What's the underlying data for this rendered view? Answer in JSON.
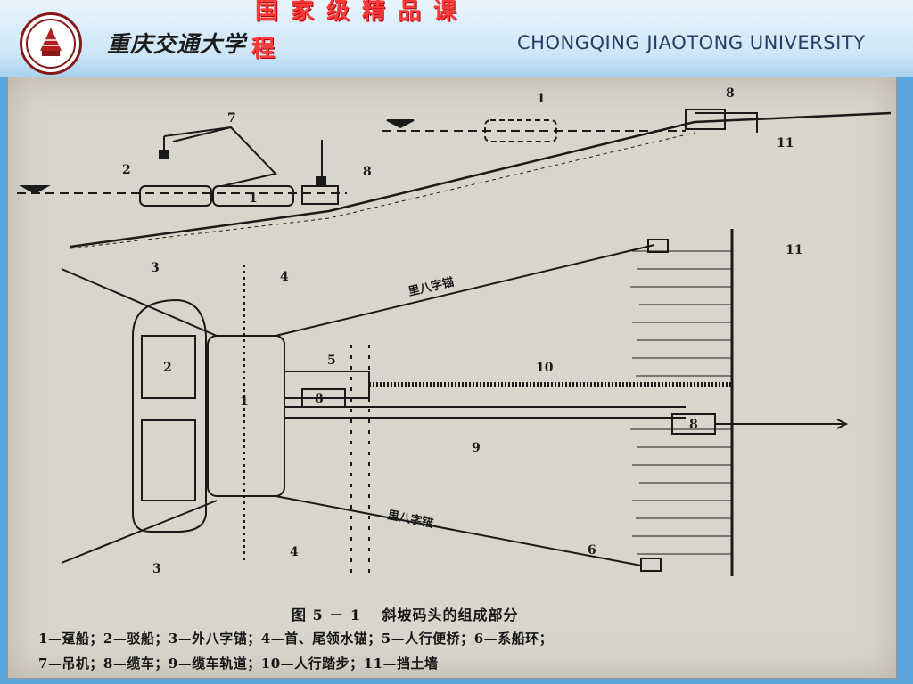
{
  "header": {
    "banner_line1": "国家级精品课",
    "banner_line2": "程",
    "university_cn": "重庆交通大学",
    "university_en": "CHONGQING JIAOTONG UNIVERSITY",
    "logo_icon": "university-seal-icon"
  },
  "figure": {
    "caption": "图 5 － 1　 斜坡码头的组成部分",
    "legend_line1": "1—趸船；2—驳船；3—外八字锚；4—首、尾领水锚；5—人行便桥；6—系船环；",
    "legend_line2": "7—吊机；8—缆车；9—缆车轨道；10—人行踏步；11—挡土墙",
    "labels": {
      "n1": "1",
      "n2": "2",
      "n3": "3",
      "n4": "4",
      "n5": "5",
      "n6": "6",
      "n7": "7",
      "n8": "8",
      "n9": "9",
      "n10": "10",
      "n11": "11",
      "anchor_text": "里八字锚"
    },
    "colors": {
      "paper": "#d9d5cc",
      "ink": "#1a1a1a"
    }
  }
}
